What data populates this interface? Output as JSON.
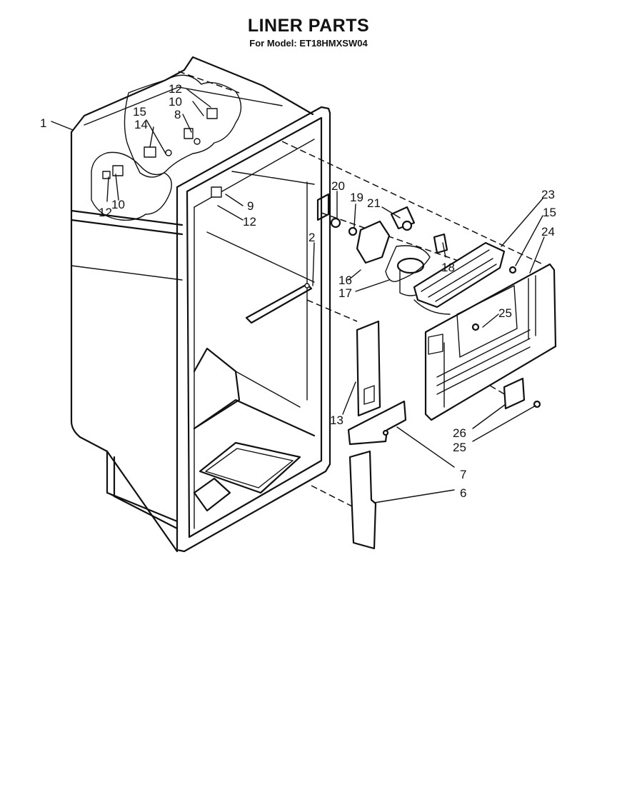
{
  "header": {
    "title": "LINER PARTS",
    "subtitle": "For Model: ET18HMXSW04"
  },
  "diagram": {
    "callouts": [
      {
        "id": "c1",
        "text": "1"
      },
      {
        "id": "c2",
        "text": "2"
      },
      {
        "id": "c6",
        "text": "6"
      },
      {
        "id": "c7",
        "text": "7"
      },
      {
        "id": "c8",
        "text": "8"
      },
      {
        "id": "c9",
        "text": "9"
      },
      {
        "id": "c10a",
        "text": "10"
      },
      {
        "id": "c10b",
        "text": "10"
      },
      {
        "id": "c12a",
        "text": "12"
      },
      {
        "id": "c12b",
        "text": "12"
      },
      {
        "id": "c12c",
        "text": "12"
      },
      {
        "id": "c13",
        "text": "13"
      },
      {
        "id": "c14",
        "text": "14"
      },
      {
        "id": "c15a",
        "text": "15"
      },
      {
        "id": "c15b",
        "text": "15"
      },
      {
        "id": "c16",
        "text": "16"
      },
      {
        "id": "c17",
        "text": "17"
      },
      {
        "id": "c18",
        "text": "18"
      },
      {
        "id": "c19",
        "text": "19"
      },
      {
        "id": "c20",
        "text": "20"
      },
      {
        "id": "c21",
        "text": "21"
      },
      {
        "id": "c23",
        "text": "23"
      },
      {
        "id": "c24",
        "text": "24"
      },
      {
        "id": "c25a",
        "text": "25"
      },
      {
        "id": "c25b",
        "text": "25"
      },
      {
        "id": "c26",
        "text": "26"
      }
    ]
  }
}
